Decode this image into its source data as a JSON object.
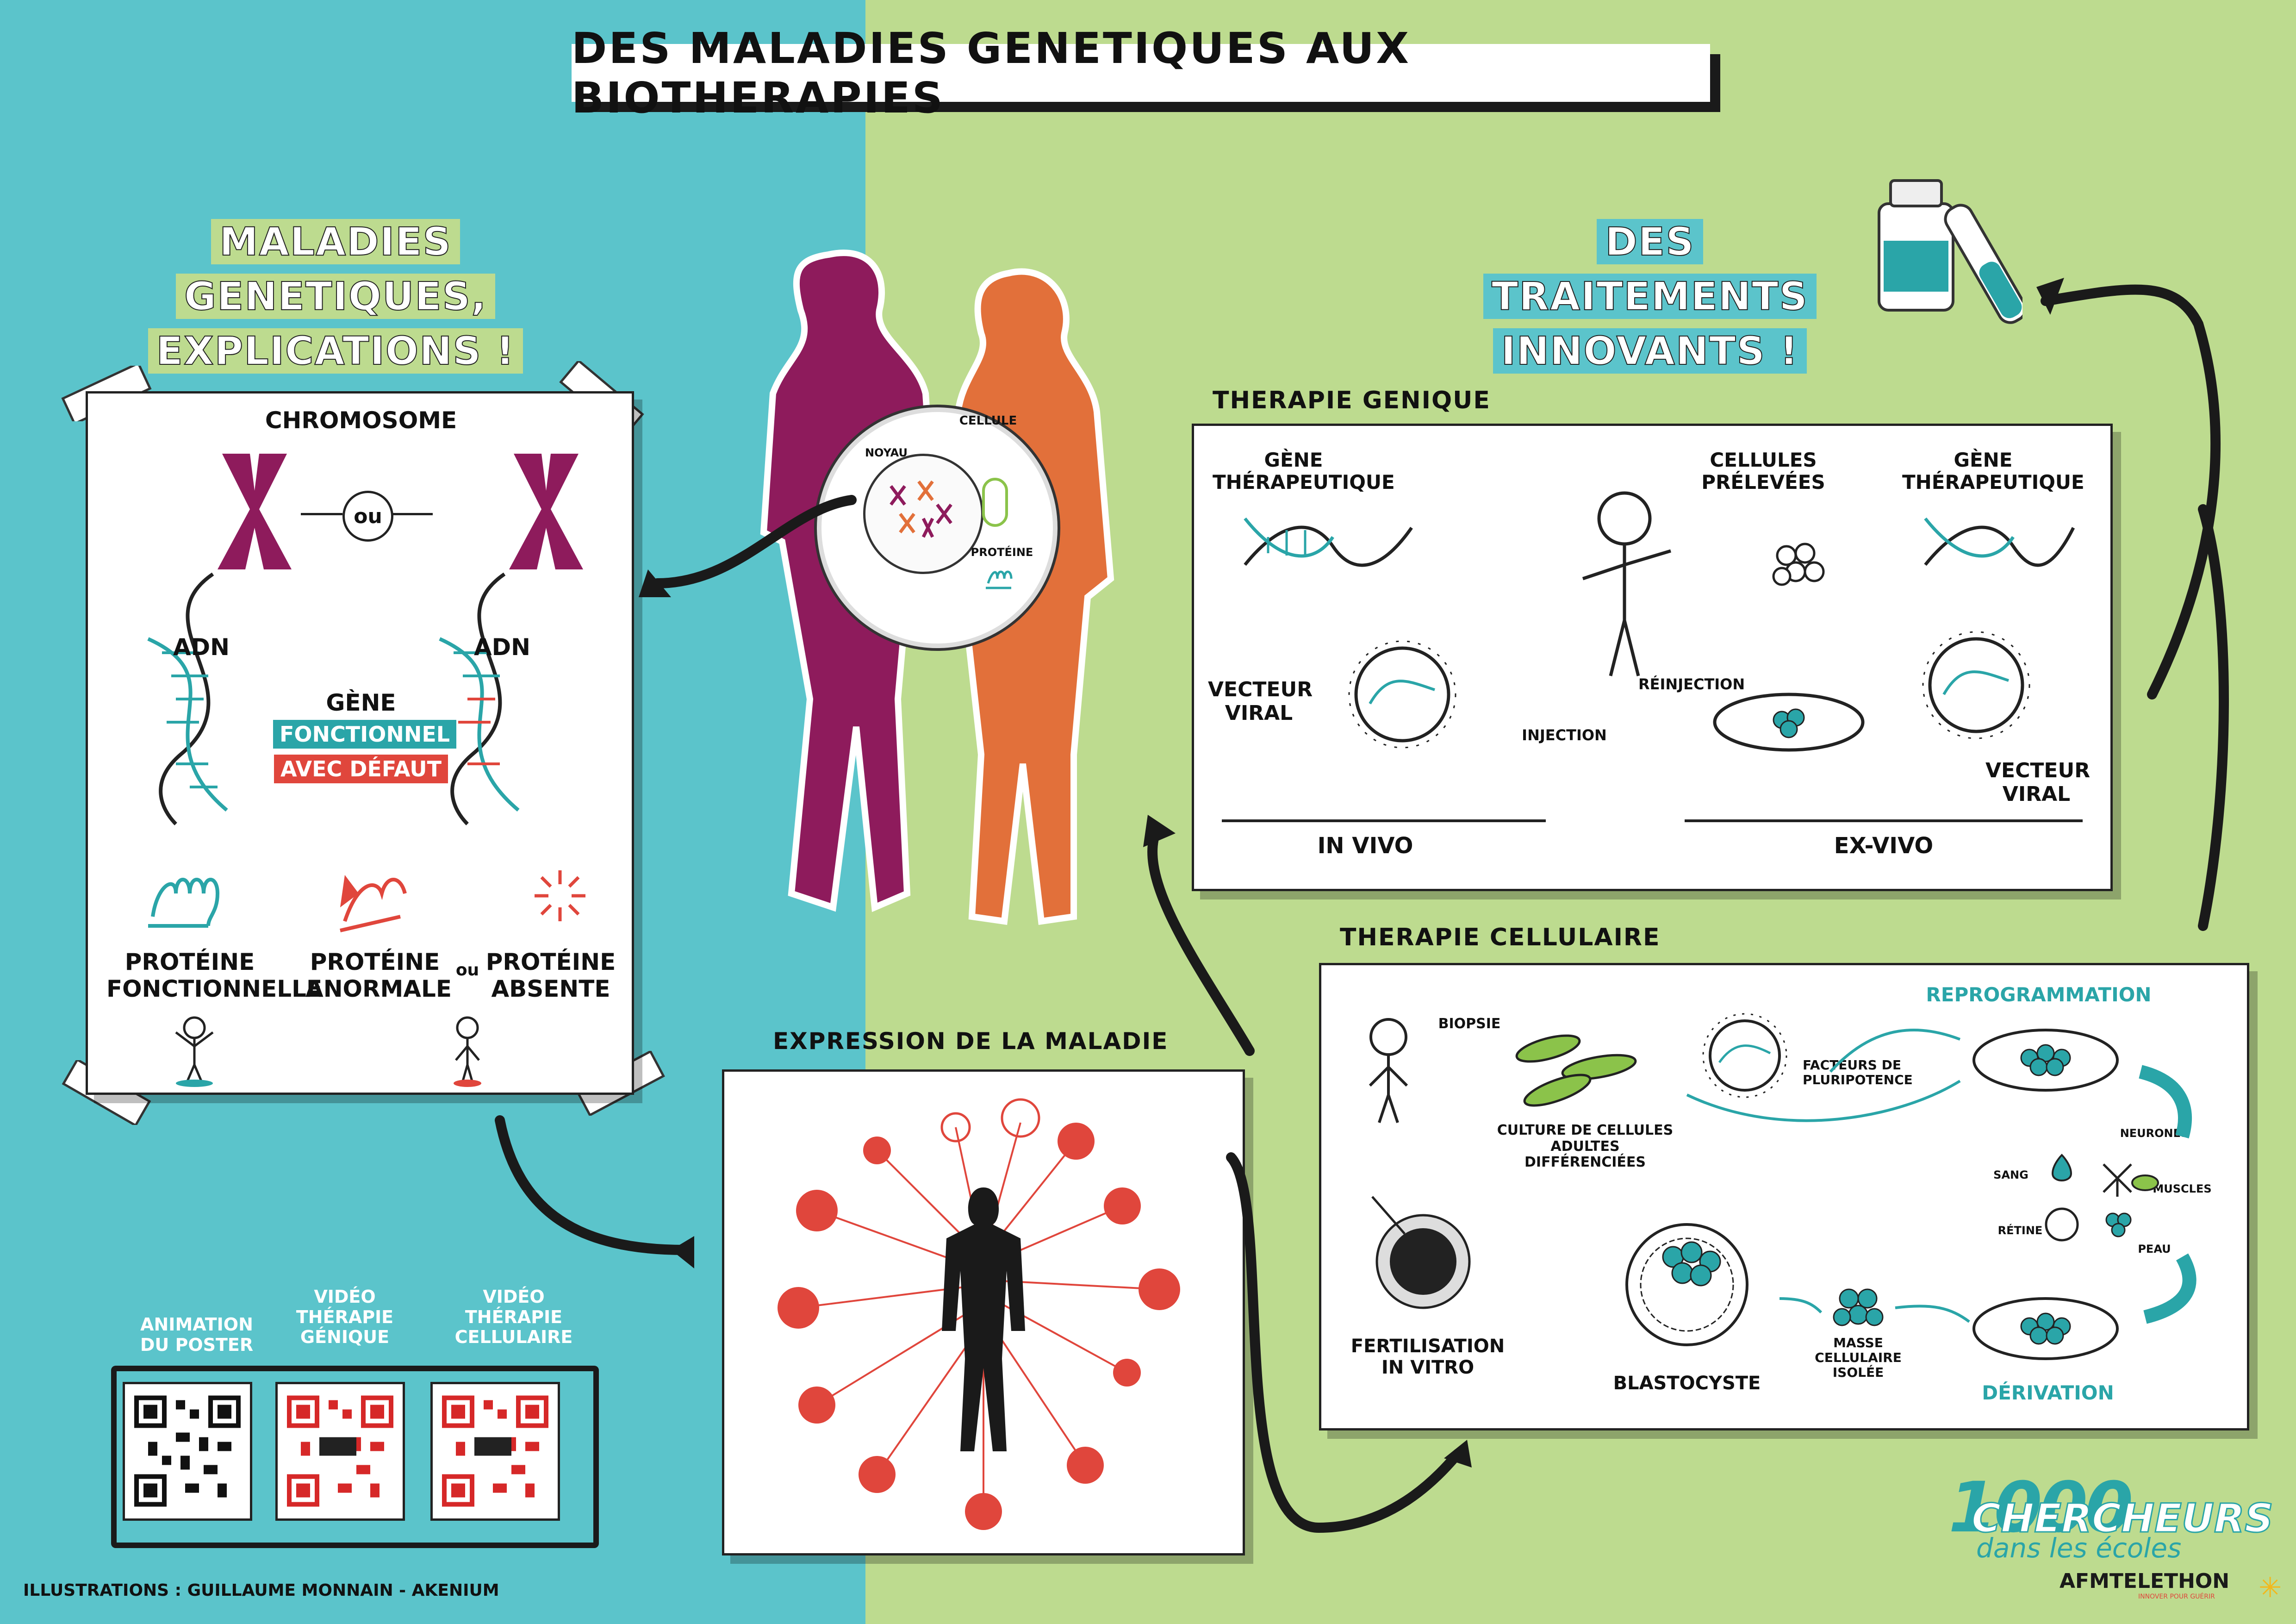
{
  "title": "DES MALADIES GENETIQUES AUX BIOTHERAPIES",
  "left_section_title": [
    "MALADIES GENETIQUES,",
    "EXPLICATIONS !"
  ],
  "right_section_title": [
    "DES TRAITEMENTS",
    "INNOVANTS !"
  ],
  "genetics_panel": {
    "chromosome": "CHROMOSOME",
    "ou": "ou",
    "adn_left": "ADN",
    "adn_right": "ADN",
    "gene": "GÈNE",
    "functional": "FONCTIONNEL",
    "defective": "AVEC DÉFAUT",
    "protein_functional": [
      "PROTÉINE",
      "FONCTIONNELLE"
    ],
    "protein_abnormal": [
      "PROTÉINE",
      "ANORMALE"
    ],
    "ou_small": "ou",
    "protein_absent": [
      "PROTÉINE",
      "ABSENTE"
    ]
  },
  "cell_circle": {
    "cellule": "CELLULE",
    "noyau": "NOYAU",
    "proteine": "PROTÉINE"
  },
  "gene_therapy_panel": {
    "heading": "THERAPIE GENIQUE",
    "gene_left": [
      "GÈNE",
      "THÉRAPEUTIQUE"
    ],
    "vecteur_left": [
      "VECTEUR",
      "VIRAL"
    ],
    "injection": "INJECTION",
    "in_vivo": "IN VIVO",
    "cellules": [
      "CELLULES",
      "PRÉLEVÉES"
    ],
    "reinjection": "RÉINJECTION",
    "gene_right": [
      "GÈNE",
      "THÉRAPEUTIQUE"
    ],
    "vecteur_right": [
      "VECTEUR",
      "VIRAL"
    ],
    "ex_vivo": "EX-VIVO"
  },
  "cell_therapy_panel": {
    "heading": "THERAPIE CELLULAIRE",
    "biopsie": "BIOPSIE",
    "culture": [
      "CULTURE DE CELLULES",
      "ADULTES DIFFÉRENCIÉES"
    ],
    "facteurs": [
      "FACTEURS DE",
      "PLURIPOTENCE"
    ],
    "reprogrammation": "REPROGRAMMATION",
    "neurones": "NEURONES",
    "sang": "SANG",
    "muscles": "MUSCLES",
    "retine": "RÉTINE",
    "peau": "PEAU",
    "fertilisation": [
      "FERTILISATION",
      "IN VITRO"
    ],
    "blastocyste": "BLASTOCYSTE",
    "masse": [
      "MASSE",
      "CELLULAIRE",
      "ISOLÉE"
    ],
    "derivation": "DÉRIVATION"
  },
  "expression_panel": {
    "heading": "EXPRESSION DE LA MALADIE"
  },
  "qr_labels": [
    [
      "ANIMATION",
      "DU POSTER"
    ],
    [
      "VIDÉO",
      "THÉRAPIE",
      "GÉNIQUE"
    ],
    [
      "VIDÉO",
      "THÉRAPIE",
      "CELLULAIRE"
    ]
  ],
  "credits": "ILLUSTRATIONS : GUILLAUME MONNAIN - AKENIUM",
  "logo": {
    "number": "1000",
    "line1": "CHERCHEURS",
    "line2": "dans les écoles",
    "afm": "AFMTELETHON",
    "afm_tag": "INNOVER POUR GUÉRIR"
  },
  "colors": {
    "left_bg": "#5bc4cb",
    "right_bg": "#bddb8f",
    "teal": "#2aa5a8",
    "red": "#e0463c",
    "purple": "#8e1b5c",
    "orange": "#e2703a"
  }
}
